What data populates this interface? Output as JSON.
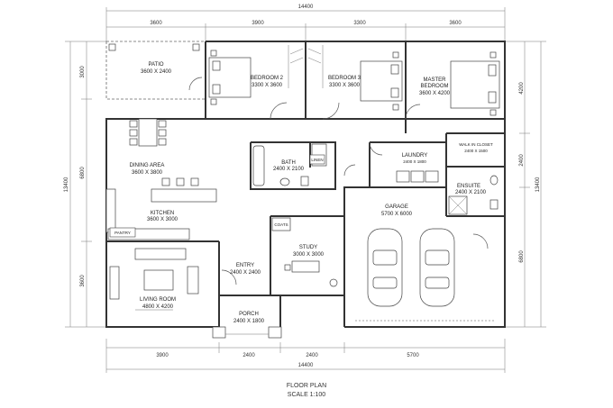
{
  "plan": {
    "title": "FLOOR PLAN",
    "scale": "SCALE 1:100"
  },
  "dimensions": {
    "top_total": "14400",
    "top": [
      "3600",
      "3900",
      "3300",
      "3600"
    ],
    "bottom": [
      "3900",
      "2400",
      "2400",
      "5700"
    ],
    "bottom_total": "14400",
    "left_total": "13400",
    "left": [
      "3000",
      "6800",
      "3600"
    ],
    "right_total": "13400",
    "right": [
      "4200",
      "2400",
      "6800"
    ]
  },
  "rooms": {
    "patio": {
      "name": "PATIO",
      "size": "3600 X 2400"
    },
    "bedroom2": {
      "name": "BEDROOM 2",
      "size": "3300 X 3600"
    },
    "bedroom3": {
      "name": "BEDROOM 3",
      "size": "3300 X 3600"
    },
    "master": {
      "name_1": "MASTER",
      "name_2": "BEDROOM",
      "size": "3600 X 4200"
    },
    "dining": {
      "name": "DINING AREA",
      "size": "3600 X 3800"
    },
    "kitchen": {
      "name": "KITCHEN",
      "size": "3600 X 3000"
    },
    "bath": {
      "name": "BATH",
      "size": "2400 X 2100"
    },
    "linen": {
      "name": "LINEN"
    },
    "laundry": {
      "name": "LAUNDRY",
      "size": "2400 X 1800"
    },
    "wic": {
      "name": "WALK IN CLOSET",
      "size": "2400 X 1500"
    },
    "ensuite": {
      "name": "ENSUITE",
      "size": "2400 X 2100"
    },
    "garage": {
      "name": "GARAGE",
      "size": "5700 X 6000"
    },
    "coats": {
      "name": "COATS"
    },
    "study": {
      "name": "STUDY",
      "size": "3000 X 3000"
    },
    "entry": {
      "name": "ENTRY",
      "size": "2400 X 2400"
    },
    "pantry": {
      "name": "PANTRY"
    },
    "living": {
      "name": "LIVING ROOM",
      "size": "4800 X 4200"
    },
    "porch": {
      "name": "PORCH",
      "size": "2400 X 1800"
    }
  }
}
